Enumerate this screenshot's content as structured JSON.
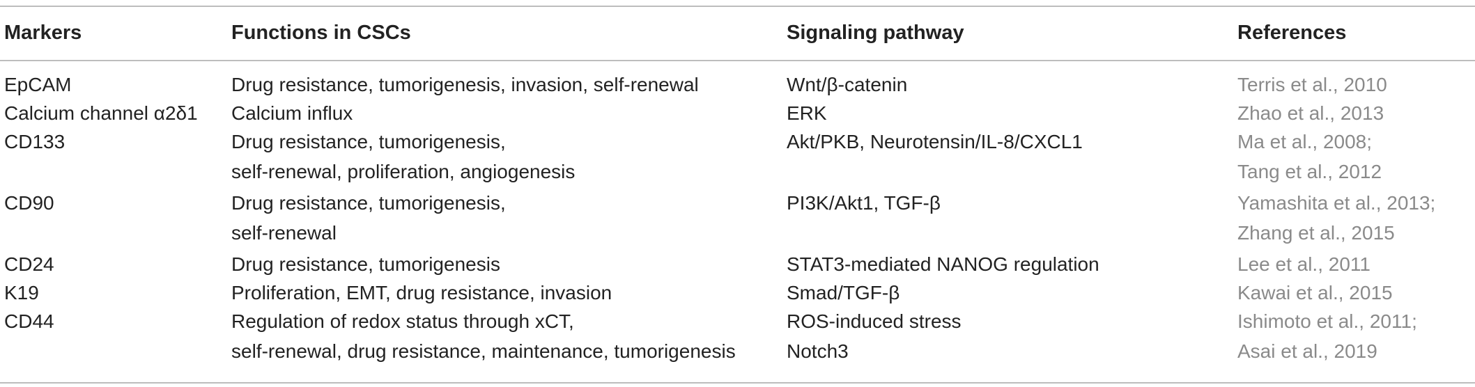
{
  "table": {
    "headers": [
      "Markers",
      "Functions in CSCs",
      "Signaling pathway",
      "References"
    ],
    "rows": [
      {
        "marker": "EpCAM",
        "functions": [
          "Drug resistance, tumorigenesis, invasion, self-renewal"
        ],
        "pathway": [
          "Wnt/β-catenin"
        ],
        "references": [
          "Terris et al., 2010"
        ]
      },
      {
        "marker": "Calcium channel α2δ1",
        "functions": [
          "Calcium influx"
        ],
        "pathway": [
          "ERK"
        ],
        "references": [
          "Zhao et al., 2013"
        ]
      },
      {
        "marker": "CD133",
        "functions": [
          "Drug resistance, tumorigenesis,",
          "self-renewal, proliferation, angiogenesis"
        ],
        "pathway": [
          "Akt/PKB, Neurotensin/IL-8/CXCL1"
        ],
        "references": [
          "Ma et al., 2008;",
          "Tang et al., 2012"
        ]
      },
      {
        "marker": "CD90",
        "functions": [
          "Drug resistance, tumorigenesis,",
          "self-renewal"
        ],
        "pathway": [
          "PI3K/Akt1, TGF-β"
        ],
        "references": [
          "Yamashita et al., 2013;",
          "Zhang et al., 2015"
        ]
      },
      {
        "marker": "CD24",
        "functions": [
          "Drug resistance, tumorigenesis"
        ],
        "pathway": [
          "STAT3-mediated NANOG regulation"
        ],
        "references": [
          "Lee et al., 2011"
        ]
      },
      {
        "marker": "K19",
        "functions": [
          "Proliferation, EMT, drug resistance, invasion"
        ],
        "pathway": [
          "Smad/TGF-β"
        ],
        "references": [
          "Kawai et al., 2015"
        ]
      },
      {
        "marker": "CD44",
        "functions": [
          "Regulation of redox status through xCT,",
          "self-renewal, drug resistance, maintenance, tumorigenesis"
        ],
        "pathway": [
          "ROS-induced stress",
          "Notch3"
        ],
        "references": [
          "Ishimoto et al., 2011;",
          "Asai et al., 2019"
        ]
      }
    ]
  },
  "colors": {
    "text": "#222222",
    "reference_text": "#8a8a8a",
    "rule": "#bdbdbd"
  }
}
